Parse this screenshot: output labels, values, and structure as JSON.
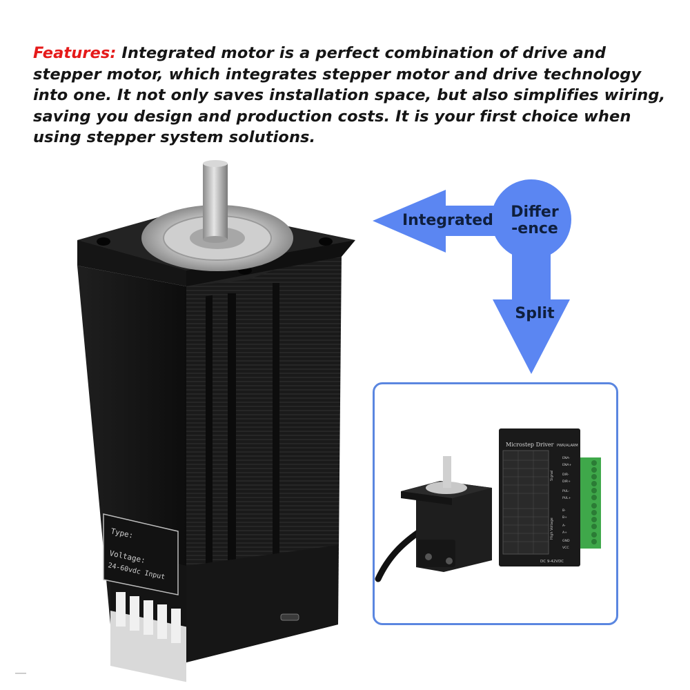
{
  "features": {
    "lead": "Features:",
    "text": " Integrated motor is a perfect combination of drive and stepper motor, which integrates stepper motor and drive technology into one. It not only saves installation space, but also simplifies wiring, saving you design and production costs. It is your first choice when using stepper system solutions."
  },
  "diagram": {
    "integrated_label": "Integrated",
    "difference_line1": "Differ",
    "difference_line2": "-ence",
    "split_label": "Split"
  },
  "colors": {
    "arrow": "#5b86f2",
    "box_border": "#5a86e0",
    "lead": "#e51a1a"
  },
  "motor_label": {
    "type": "Type:",
    "voltage": "Voltage:",
    "input": "24-60vdc Input"
  },
  "driver": {
    "title": "Microstep Driver",
    "pwr": "PWR/ALARM",
    "signal": "Signal",
    "high_voltage": "High Voltage",
    "voltage_range": "DC 9-42VDC",
    "terminals": [
      "ENA-",
      "ENA+",
      "DIR-",
      "DIR+",
      "PUL-",
      "PUL+",
      "B-",
      "B+",
      "A-",
      "A+",
      "GND",
      "VCC"
    ]
  }
}
